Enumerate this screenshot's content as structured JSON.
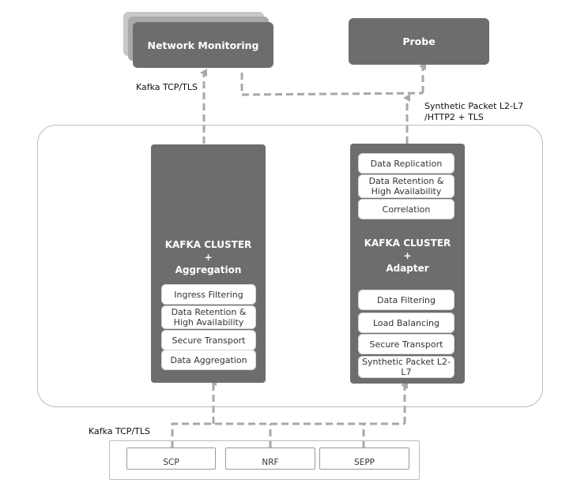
{
  "network_monitoring": {
    "label": "Network Monitoring"
  },
  "probe": {
    "label": "Probe"
  },
  "labels": {
    "kafka_top": "Kafka TCP/TLS",
    "synthetic_line1": "Synthetic Packet L2-L7",
    "synthetic_line2": "/HTTP2 + TLS",
    "kafka_bottom": "Kafka TCP/TLS"
  },
  "aggregation_cluster": {
    "title_line1": "KAFKA CLUSTER",
    "title_line2": "+",
    "title_line3": "Aggregation",
    "items": [
      "Ingress Filtering",
      "Data Retention & High Availability",
      "Secure Transport",
      "Data Aggregation"
    ]
  },
  "adapter_cluster": {
    "title_line1": "KAFKA CLUSTER",
    "title_line2": "+",
    "title_line3": "Adapter",
    "top_items": [
      "Data Replication",
      "Data Retention & High Availability",
      "Correlation"
    ],
    "bottom_items": [
      "Data Filtering",
      "Load Balancing",
      "Secure Transport",
      "Synthetic Packet L2-L7"
    ]
  },
  "sources": [
    "SCP",
    "NRF",
    "SEPP"
  ]
}
